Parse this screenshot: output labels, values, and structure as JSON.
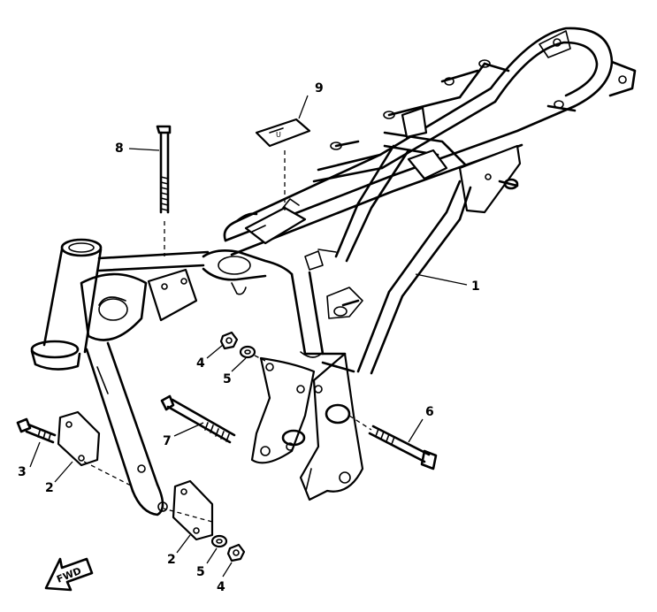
{
  "callouts": {
    "c1": "1",
    "c2a": "2",
    "c2b": "2",
    "c3": "3",
    "c4a": "4",
    "c4b": "4",
    "c5a": "5",
    "c5b": "5",
    "c6": "6",
    "c7": "7",
    "c8": "8",
    "c9": "9"
  },
  "fwd_label": "FWD",
  "label_plate_text": "U"
}
